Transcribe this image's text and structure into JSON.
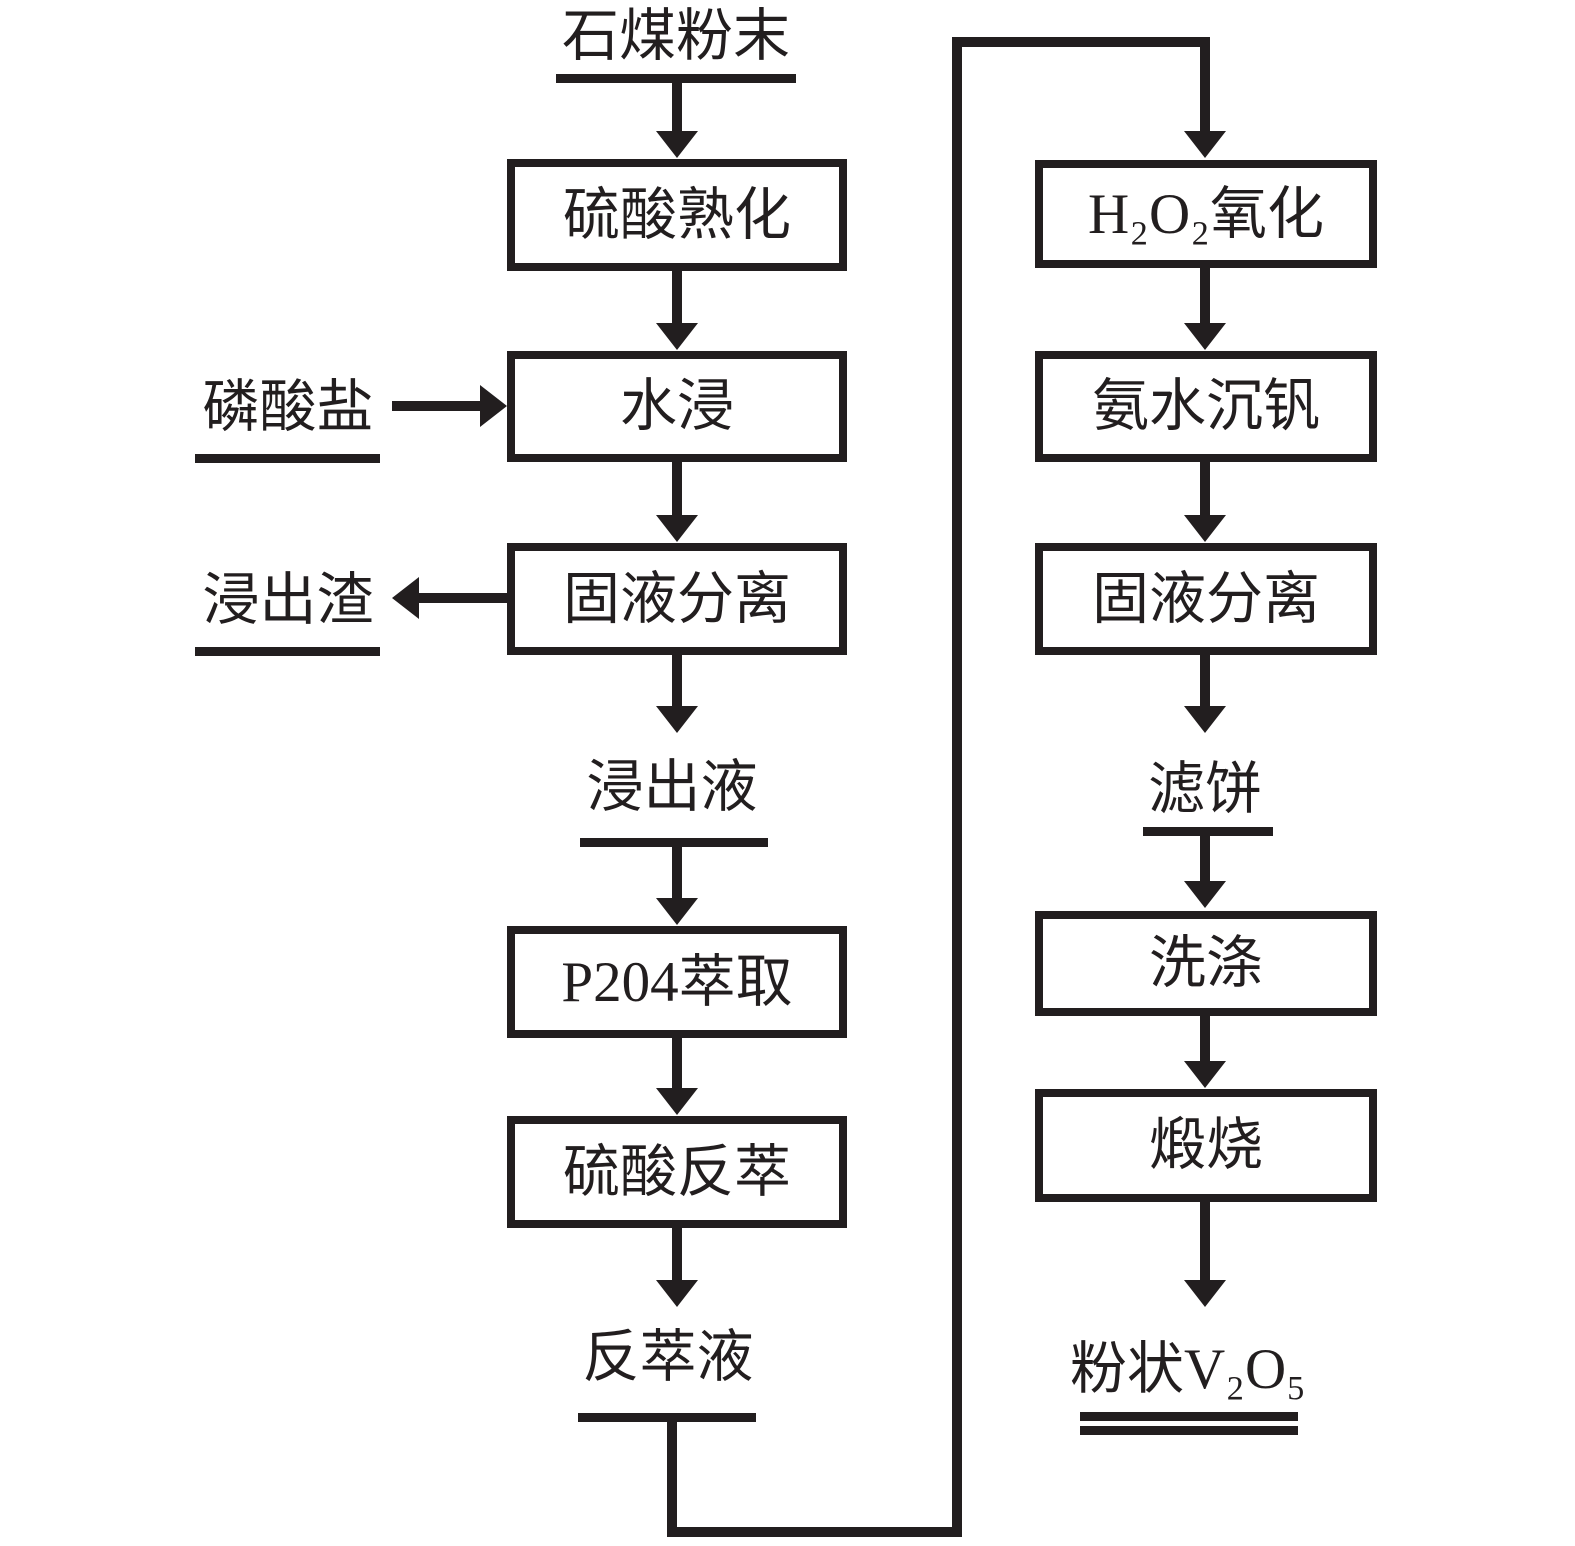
{
  "colors": {
    "ink": "#221e1f",
    "background": "#ffffff"
  },
  "nodes": {
    "source": "石煤粉末",
    "sulfuric_curing": "硫酸熟化",
    "phosphate": "磷酸盐",
    "water_leaching": "水浸",
    "solid_liquid_separation_1": "固液分离",
    "leach_residue": "浸出渣",
    "leachate": "浸出液",
    "p204_extraction": "P204萃取",
    "sulfuric_stripping": "硫酸反萃",
    "strip_liquor": "反萃液",
    "h2o2_oxidation": "H₂O₂氧化",
    "ammonia_vanadium_precipitation": "氨水沉钒",
    "solid_liquid_separation_2": "固液分离",
    "filter_cake": "滤饼",
    "washing": "洗涤",
    "calcination": "煅烧",
    "product": "粉状V₂O₅"
  },
  "edges": [
    {
      "from": "石煤粉末",
      "to": "硫酸熟化"
    },
    {
      "from": "硫酸熟化",
      "to": "水浸"
    },
    {
      "from": "磷酸盐",
      "to": "水浸"
    },
    {
      "from": "水浸",
      "to": "固液分离"
    },
    {
      "from": "固液分离",
      "to": "浸出渣"
    },
    {
      "from": "固液分离",
      "to": "浸出液"
    },
    {
      "from": "浸出液",
      "to": "P204萃取"
    },
    {
      "from": "P204萃取",
      "to": "硫酸反萃"
    },
    {
      "from": "硫酸反萃",
      "to": "反萃液"
    },
    {
      "from": "反萃液",
      "to": "H₂O₂氧化"
    },
    {
      "from": "H₂O₂氧化",
      "to": "氨水沉钒"
    },
    {
      "from": "氨水沉钒",
      "to": "固液分离"
    },
    {
      "from": "固液分离",
      "to": "滤饼"
    },
    {
      "from": "滤饼",
      "to": "洗涤"
    },
    {
      "from": "洗涤",
      "to": "煅烧"
    },
    {
      "from": "煅烧",
      "to": "粉状V₂O₅"
    }
  ]
}
